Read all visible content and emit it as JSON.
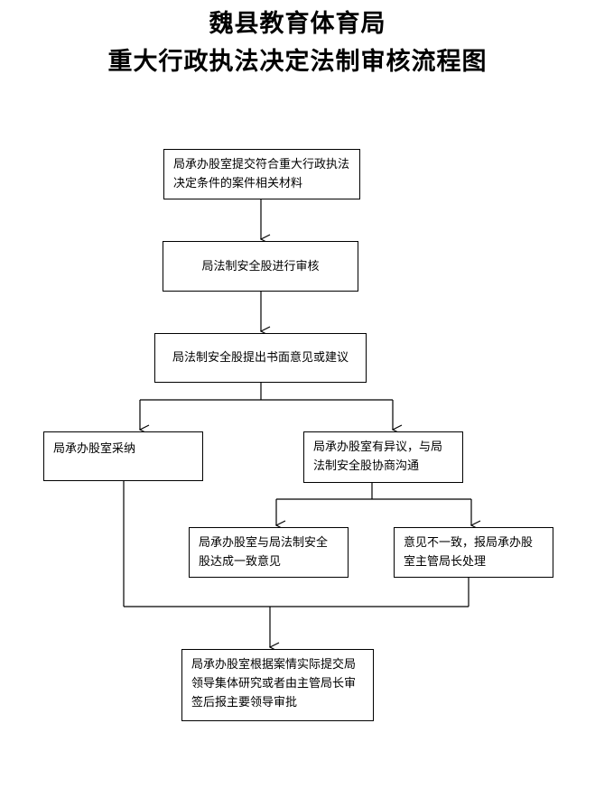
{
  "title": {
    "line1": "魏县教育体育局",
    "line2": "重大行政执法决定法制审核流程图"
  },
  "steps": {
    "s1": "局承办股室提交符合重大行政执法决定条件的案件相关材料",
    "s2": "局法制安全股进行审核",
    "s3": "局法制安全股提出书面意见或建议",
    "s4": "局承办股室采纳",
    "s5": "局承办股室有异议，与局法制安全股协商沟通",
    "s6": "局承办股室与局法制安全股达成一致意见",
    "s7": "意见不一致，报局承办股室主管局长处理",
    "s8": "局承办股室根据案情实际提交局领导集体研究或者由主管局长审签后报主要领导审批"
  }
}
